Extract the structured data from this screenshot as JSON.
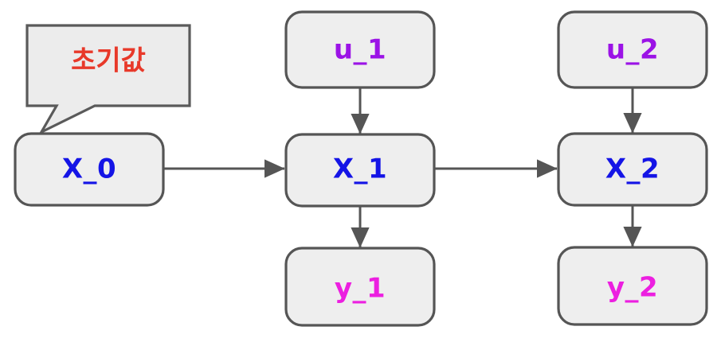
{
  "diagram": {
    "type": "state-space-block-diagram",
    "background_color": "#ffffff",
    "node_fill": "#eeeeee",
    "node_stroke": "#555555",
    "arrow_color": "#555555",
    "callout": {
      "text": "초기값",
      "text_color": "#e8392a",
      "fill": "#ececec",
      "stroke": "#5a5a5a",
      "points_to": "X_0"
    },
    "nodes": [
      {
        "id": "x0",
        "label": "X_0",
        "color": "#1414e6",
        "row": "state",
        "column": "0"
      },
      {
        "id": "u1",
        "label": "u_1",
        "color": "#9b13e6",
        "row": "input",
        "column": "1"
      },
      {
        "id": "x1",
        "label": "X_1",
        "color": "#1414e6",
        "row": "state",
        "column": "1"
      },
      {
        "id": "y1",
        "label": "y_1",
        "color": "#ec1fe0",
        "row": "output",
        "column": "1"
      },
      {
        "id": "u2",
        "label": "u_2",
        "color": "#9b13e6",
        "row": "input",
        "column": "2"
      },
      {
        "id": "x2",
        "label": "X_2",
        "color": "#1414e6",
        "row": "state",
        "column": "2"
      },
      {
        "id": "y2",
        "label": "y_2",
        "color": "#ec1fe0",
        "row": "output",
        "column": "2"
      }
    ],
    "edges": [
      {
        "id": "e-x0-x1",
        "from": "X_0",
        "to": "X_1",
        "direction": "right"
      },
      {
        "id": "e-x1-x2",
        "from": "X_1",
        "to": "X_2",
        "direction": "right"
      },
      {
        "id": "e-u1-x1",
        "from": "u_1",
        "to": "X_1",
        "direction": "down"
      },
      {
        "id": "e-x1-y1",
        "from": "X_1",
        "to": "y_1",
        "direction": "down"
      },
      {
        "id": "e-u2-x2",
        "from": "u_2",
        "to": "X_2",
        "direction": "down"
      },
      {
        "id": "e-x2-y2",
        "from": "X_2",
        "to": "y_2",
        "direction": "down"
      }
    ]
  }
}
